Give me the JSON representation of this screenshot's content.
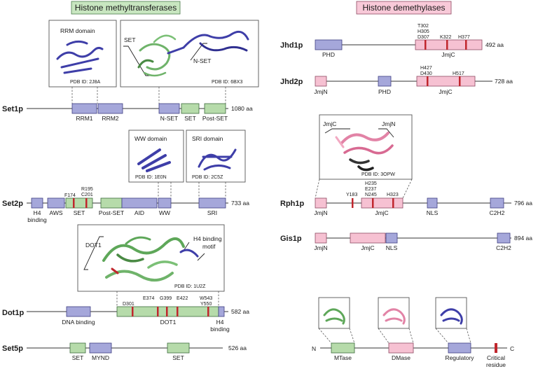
{
  "titles": {
    "hmt": "Histone methyltransferases",
    "hdm": "Histone demethylases"
  },
  "colors": {
    "methyltransferase_domain": "#b6dbaa",
    "demethylase_domain": "#f6c1d2",
    "regulatory_domain": "#a5a7da",
    "critical_residue": "#c0262d",
    "title_hmt_bg": "#c8e6c0",
    "title_hdm_bg": "#f8c9d8"
  },
  "set1p": {
    "name": "Set1p",
    "length": "1080 aa",
    "domains": [
      "RRM1",
      "RRM2",
      "N-SET",
      "SET",
      "Post-SET"
    ],
    "structure1": {
      "title": "RRM domain",
      "pdb": "PDB ID: 2J8A"
    },
    "structure2": {
      "label_set": "SET",
      "label_nset": "N-SET",
      "pdb": "PDB ID: 6BX3"
    }
  },
  "set2p": {
    "name": "Set2p",
    "length": "733 aa",
    "domains": [
      "H4",
      "binding",
      "AWS",
      "SET",
      "Post-SET",
      "AID",
      "WW",
      "SRI"
    ],
    "residues": [
      "F174",
      "R195",
      "C201"
    ],
    "structure1": {
      "title": "WW domain",
      "pdb": "PDB ID: 1E0N"
    },
    "structure2": {
      "title": "SRI domain",
      "pdb": "PDB ID: 2C5Z"
    }
  },
  "dot1p": {
    "name": "Dot1p",
    "length": "582 aa",
    "domains": [
      "DNA binding",
      "DOT1",
      "H4",
      "binding"
    ],
    "residues": [
      "D301",
      "E374",
      "G399",
      "E422",
      "W543",
      "Y550"
    ],
    "structure": {
      "label_dot1": "DOT1",
      "label_h4": "H4 binding",
      "label_h4b": "motif",
      "pdb": "PDB ID: 1U2Z"
    }
  },
  "set5p": {
    "name": "Set5p",
    "length": "526 aa",
    "domains": [
      "SET",
      "MYND",
      "SET"
    ]
  },
  "jhd1p": {
    "name": "Jhd1p",
    "length": "492 aa",
    "domains": [
      "PHD",
      "JmjC"
    ],
    "residues": [
      "T302",
      "H305",
      "D307",
      "K322",
      "H377"
    ]
  },
  "jhd2p": {
    "name": "Jhd2p",
    "length": "728 aa",
    "domains": [
      "JmjN",
      "PHD",
      "JmjC"
    ],
    "residues": [
      "H427",
      "D430",
      "H517"
    ]
  },
  "rph1p": {
    "name": "Rph1p",
    "length": "796 aa",
    "domains": [
      "JmjN",
      "JmjC",
      "NLS",
      "C2H2"
    ],
    "residues": [
      "Y183",
      "H235",
      "E237",
      "N245",
      "H323"
    ],
    "structure": {
      "label_jmjc": "JmjC",
      "label_jmjn": "JmjN",
      "pdb": "PDB ID: 3OPW"
    }
  },
  "gis1p": {
    "name": "Gis1p",
    "length": "894 aa",
    "domains": [
      "JmjN",
      "JmjC",
      "NLS",
      "C2H2"
    ]
  },
  "legend": {
    "n": "N",
    "c": "C",
    "items": [
      "MTase",
      "DMase",
      "Regulatory",
      "Critical",
      "residue"
    ]
  }
}
